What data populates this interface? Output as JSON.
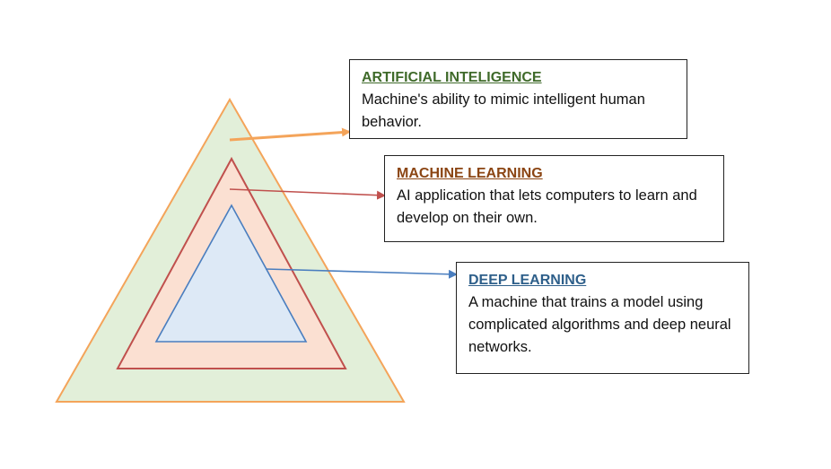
{
  "diagram": {
    "layers": [
      {
        "key": "ai",
        "title": "ARTIFICIAL INTELIGENCE",
        "description": "Machine's ability to mimic intelligent human behavior.",
        "fill_color": "#e2efd9",
        "stroke_color": "#f4a45a",
        "title_color": "#3f6a2a",
        "arrow_color": "#f4a45a"
      },
      {
        "key": "ml",
        "title": "MACHINE LEARNING",
        "description": "AI application that lets computers to learn and develop on their own.",
        "fill_color": "#fbe0d2",
        "stroke_color": "#c0504d",
        "title_color": "#8b4513",
        "arrow_color": "#c0504d"
      },
      {
        "key": "dl",
        "title": "DEEP LEARNING",
        "description": "A machine that trains a model using complicated algorithms and deep neural networks.",
        "fill_color": "#dde9f6",
        "stroke_color": "#4a7ebf",
        "title_color": "#2e5f8a",
        "arrow_color": "#4a7ebf"
      }
    ]
  }
}
